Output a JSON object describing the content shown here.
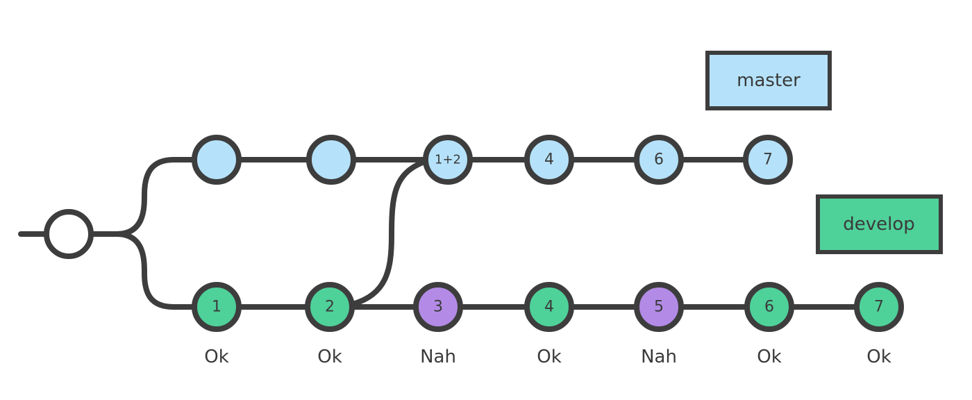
{
  "colors": {
    "line": "#3d3d3d",
    "master": "#b5e2fa",
    "develop": "#4fd19a",
    "rejected": "#b38be6",
    "origin": "#ffffff"
  },
  "labels": {
    "master": "master",
    "develop": "develop"
  },
  "master_commits": [
    {
      "text": "",
      "color": "master"
    },
    {
      "text": "",
      "color": "master"
    },
    {
      "text": "1+2",
      "color": "master"
    },
    {
      "text": "4",
      "color": "master"
    },
    {
      "text": "6",
      "color": "master"
    },
    {
      "text": "7",
      "color": "master"
    }
  ],
  "develop_commits": [
    {
      "text": "1",
      "color": "develop",
      "status": "Ok"
    },
    {
      "text": "2",
      "color": "develop",
      "status": "Ok"
    },
    {
      "text": "3",
      "color": "rejected",
      "status": "Nah"
    },
    {
      "text": "4",
      "color": "develop",
      "status": "Ok"
    },
    {
      "text": "5",
      "color": "rejected",
      "status": "Nah"
    },
    {
      "text": "6",
      "color": "develop",
      "status": "Ok"
    },
    {
      "text": "7",
      "color": "develop",
      "status": "Ok"
    }
  ]
}
